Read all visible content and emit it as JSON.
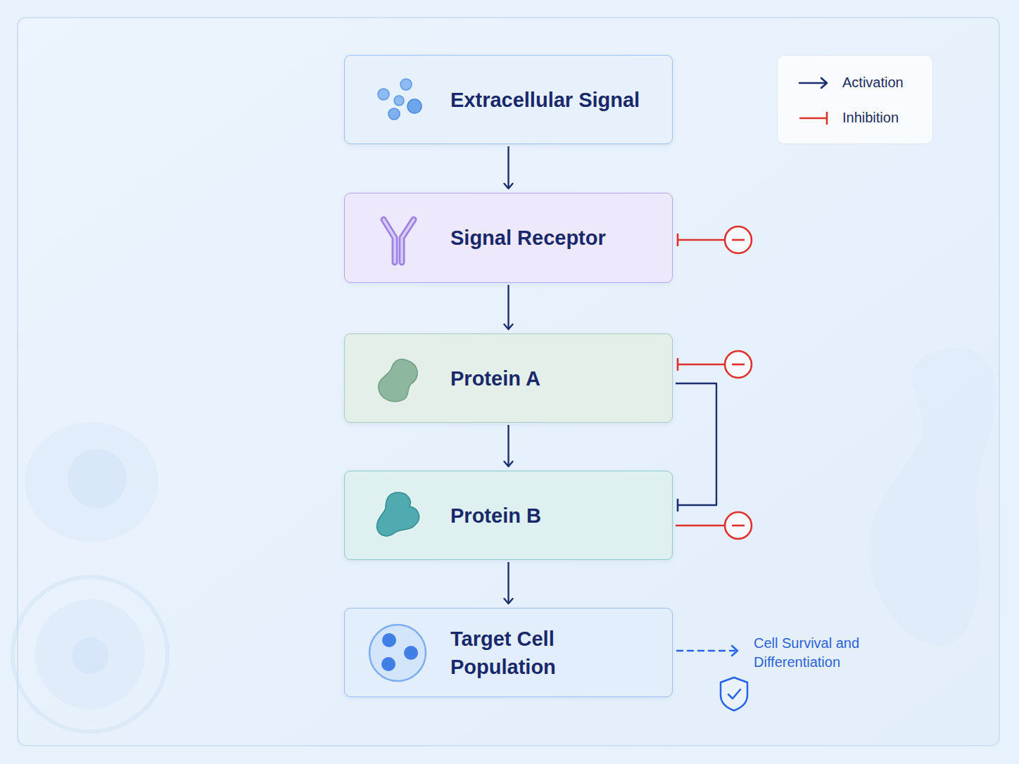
{
  "diagram": {
    "nodes": [
      {
        "text": [
          "Extracellular Signal"
        ]
      },
      {
        "text": [
          "Signal Receptor"
        ]
      },
      {
        "text": [
          "Protein A"
        ]
      },
      {
        "text": [
          "Protein B"
        ]
      },
      {
        "text": [
          "Target Cell Population"
        ]
      }
    ],
    "edges": [
      {
        "from": 0,
        "to": 1,
        "arrow": "to"
      },
      {
        "from": 1,
        "to": 2,
        "arrow": "to"
      },
      {
        "from": 2,
        "to": 3,
        "arrow": "to"
      },
      {
        "from": 3,
        "to": 4,
        "arrow": "to"
      },
      {
        "from": 2,
        "to": 3,
        "arrow": "to"
      }
    ],
    "labels": [
      "Cell Survival and Differentiation"
    ],
    "legend": [
      {
        "text": "Activation"
      },
      {
        "text": "Inhibition"
      }
    ]
  }
}
